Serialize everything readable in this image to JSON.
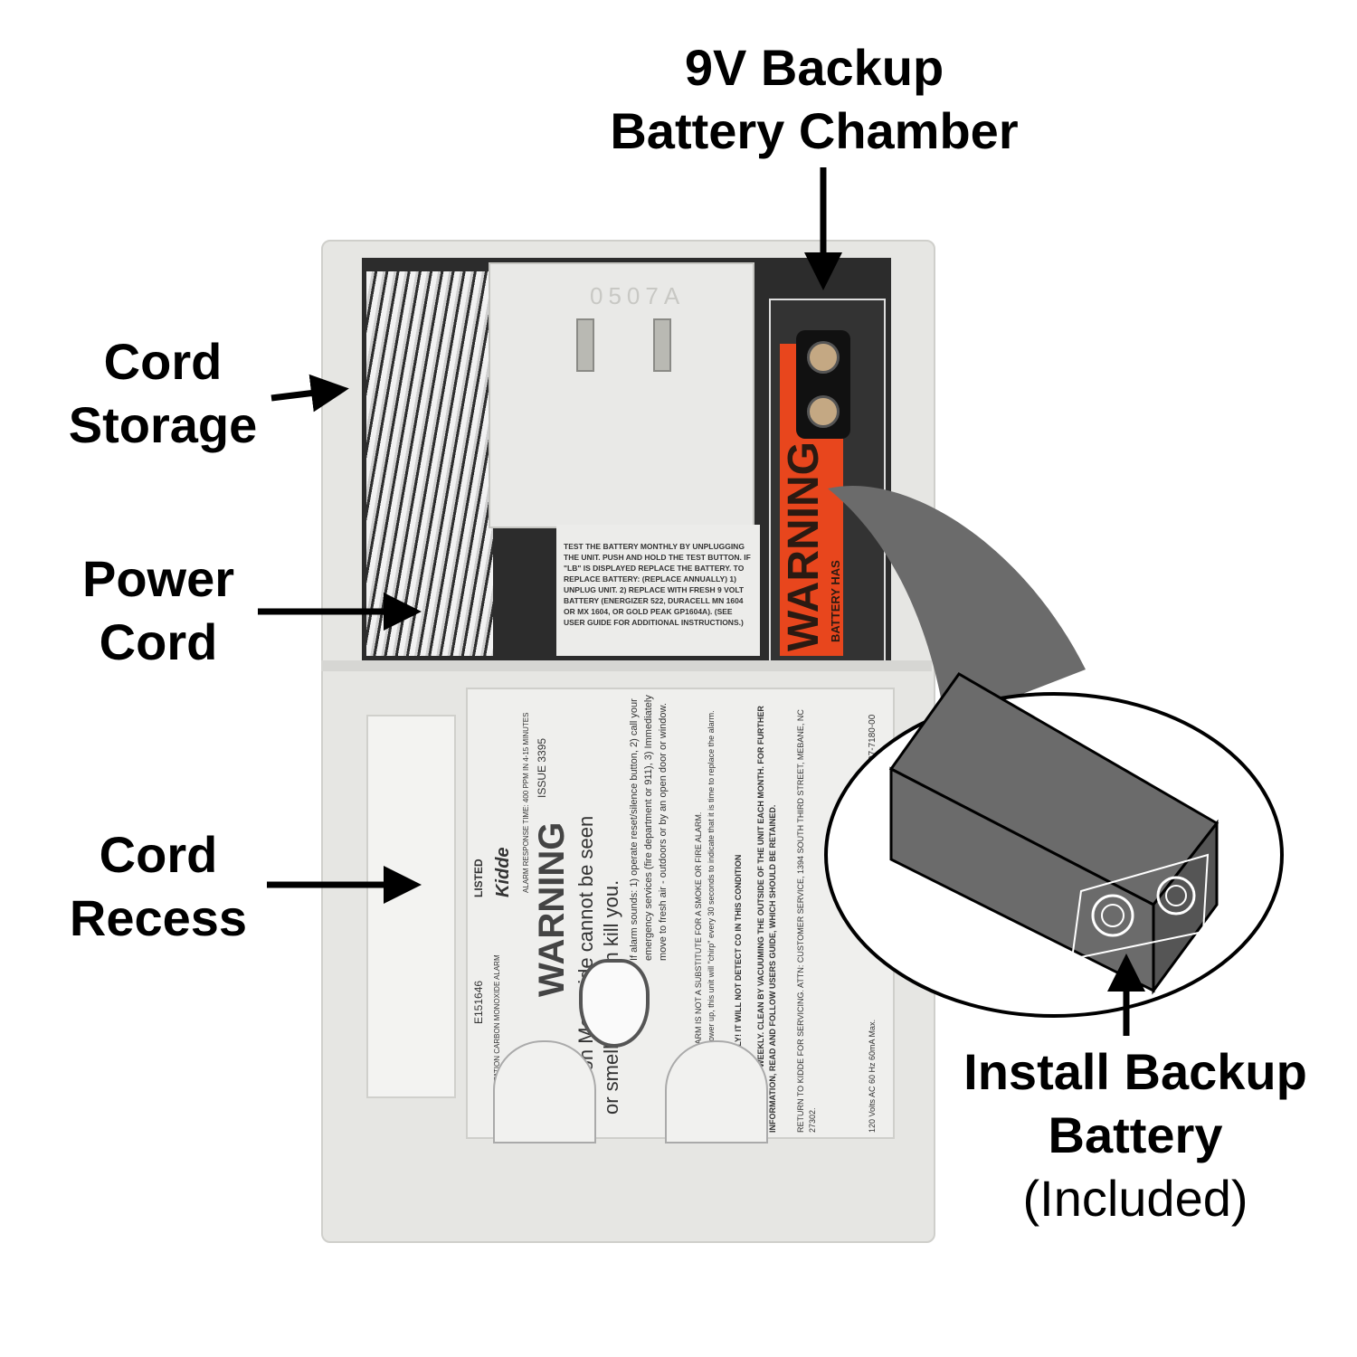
{
  "callouts": {
    "battery_chamber": [
      "9V Backup",
      "Battery Chamber"
    ],
    "cord_storage": [
      "Cord",
      "Storage"
    ],
    "power_cord": [
      "Power",
      "Cord"
    ],
    "cord_recess": [
      "Cord",
      "Recess"
    ],
    "install_battery": [
      "Install Backup",
      "Battery",
      "(Included)"
    ]
  },
  "device": {
    "plug_code": "0507A",
    "battery_sticker": "TEST THE BATTERY MONTHLY BY UNPLUGGING THE UNIT. PUSH AND HOLD THE TEST BUTTON. IF \"LB\" IS DISPLAYED REPLACE THE BATTERY. TO REPLACE BATTERY: (REPLACE ANNUALLY) 1) UNPLUG UNIT. 2) REPLACE WITH FRESH 9 VOLT BATTERY (ENERGIZER 522, DURACELL MN 1604 OR MX 1604, OR GOLD PEAK GP1604A). (SEE USER GUIDE FOR ADDITIONAL INSTRUCTIONS.)",
    "battery_tag": "WARNING",
    "battery_tag_sub": "BATTERY HAS",
    "label": {
      "brand": "Kidde",
      "serial": "E151646",
      "listed": "LISTED",
      "alarm_type": "SINGLE STATION CARBON MONOXIDE ALARM",
      "response": "ALARM RESPONSE TIME: 400 PPM IN 4-15 MINUTES",
      "issue": "ISSUE 3395",
      "warning": "WARNING",
      "co_line1": "Carbon Monoxide cannot be seen",
      "co_line2": "or smelled but can kill you.",
      "instructions": "If alarm sounds: 1) operate reset/silence button, 2) call your emergency services (fire department or 911), 3) Immediately move to fresh air - outdoors or by an open door or window.",
      "warning2": "WARNING: THIS CO ALARM IS NOT A SUBSTITUTE FOR A SMOKE OR FIRE ALARM.",
      "seven_years": "Seven years after initial power up, this unit will \"chirp\" every 30 seconds to indicate that it is time to replace the alarm.",
      "replace": "REPLACE IMMEDIATELY! IT WILL NOT DETECT CO IN THIS CONDITION",
      "part": "2507-7180-00",
      "caution": "CAUTION: TEST WEEKLY. CLEAN BY VACUUMING THE OUTSIDE OF THE UNIT EACH MONTH. FOR FURTHER INFORMATION, READ AND FOLLOW USERS GUIDE, WHICH SHOULD BE RETAINED.",
      "return": "RETURN TO KIDDE FOR SERVICING. ATTN: CUSTOMER SERVICE, 1394 SOUTH THIRD STREET, MEBANE, NC 27302.",
      "rating": "120 Volts AC  60 Hz  60mA Max."
    }
  },
  "colors": {
    "tag": "#e8461d",
    "callout_gray": "#6b6b6b",
    "text": "#000000"
  }
}
